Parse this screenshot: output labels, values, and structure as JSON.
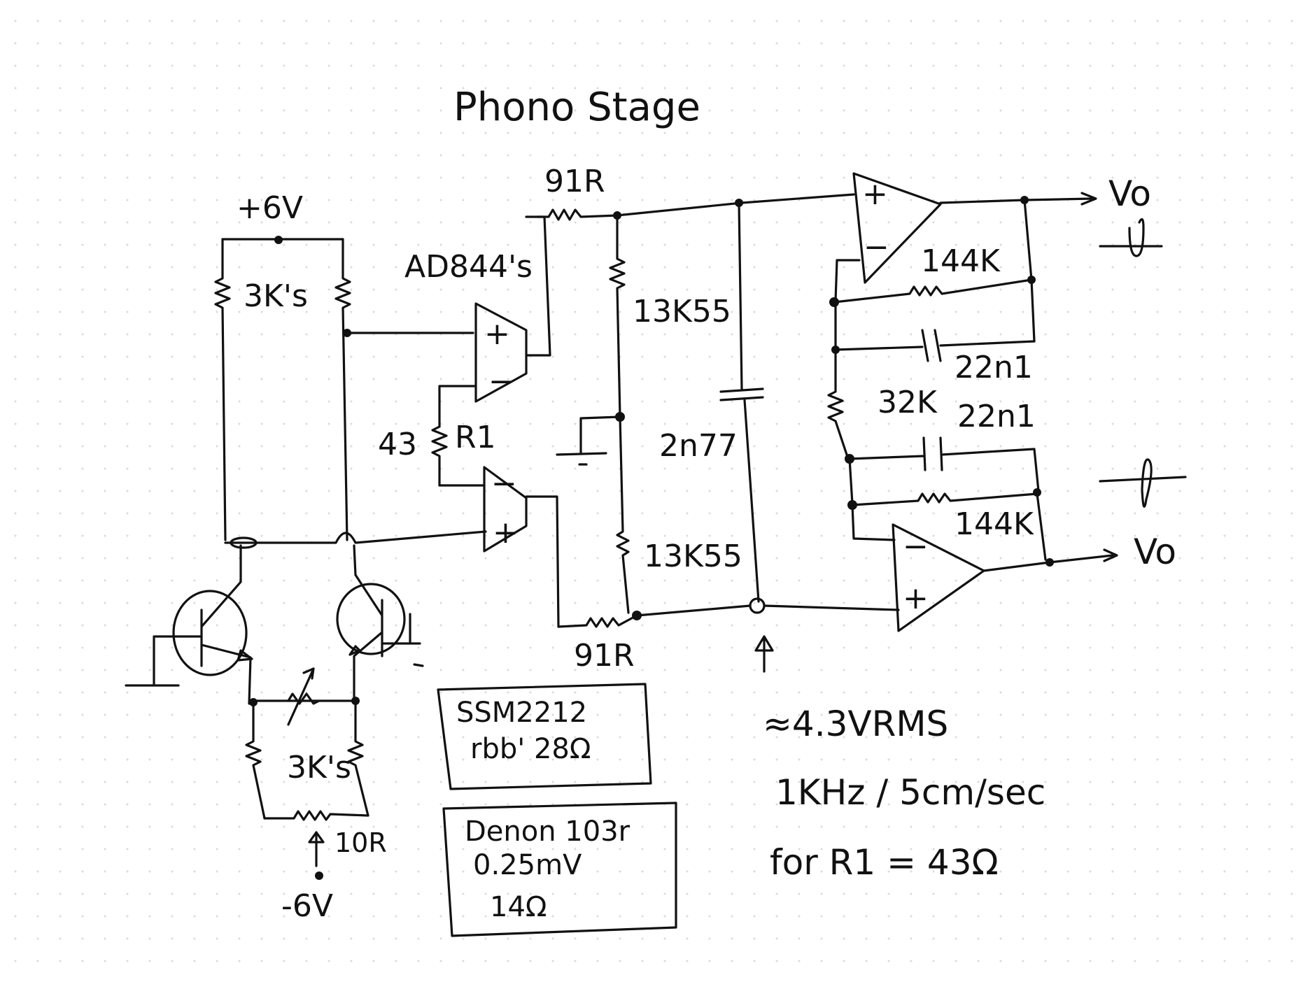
{
  "title": "Phono Stage",
  "supply": {
    "positive": "+6V",
    "negative": "-6V"
  },
  "labels": {
    "r_top_pair": "3K's",
    "opamp_pair": "AD844's",
    "r1": "43",
    "r1_name": "R1",
    "r_series_top": "91R",
    "r_series_bottom": "91R",
    "r_div_top": "13K55",
    "r_div_bottom": "13K55",
    "cap_mid": "2n77",
    "r_fb_top": "144K",
    "c_fb_top": "22n1",
    "r_mid": "32K",
    "c_fb_bottom": "22n1",
    "r_fb_bottom": "144K",
    "out_top": "Vo",
    "out_bottom": "Vo",
    "r_bottom_pair": "3K's",
    "r_trim": "10R"
  },
  "boxes": {
    "transistor": {
      "line1": "SSM2212",
      "line2": "rbb' 28Ω"
    },
    "cartridge": {
      "line1": "Denon 103r",
      "line2": "0.25mV",
      "line3": "14Ω"
    }
  },
  "notes": {
    "level": "≈4.3VRMS",
    "freq": "1KHz / 5cm/sec",
    "cond": "for R1 = 43Ω"
  }
}
